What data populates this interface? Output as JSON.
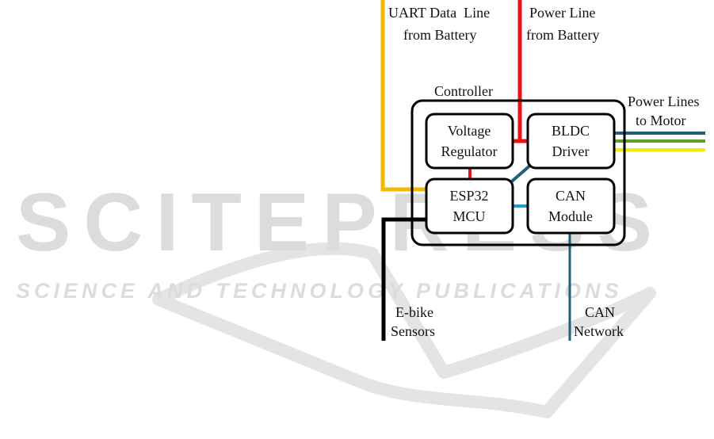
{
  "watermark": {
    "main_text": "SCITEPRESS",
    "sub_text": "SCIENCE AND TECHNOLOGY PUBLICATIONS",
    "color": "#dcdcdc"
  },
  "diagram": {
    "controller_label": "Controller",
    "blocks": {
      "voltage_regulator": {
        "line1": "Voltage",
        "line2": "Regulator"
      },
      "bldc_driver": {
        "line1": "BLDC",
        "line2": "Driver"
      },
      "esp32_mcu": {
        "line1": "ESP32",
        "line2": "MCU"
      },
      "can_module": {
        "line1": "CAN",
        "line2": "Module"
      }
    },
    "external_labels": {
      "uart": {
        "line1": "UART Data  Line",
        "line2": "from Battery"
      },
      "power": {
        "line1": "Power Line",
        "line2": "from Battery"
      },
      "motor": {
        "line1": "Power Lines",
        "line2": "to Motor"
      },
      "sensors": {
        "line1": "E-bike",
        "line2": "Sensors"
      },
      "can_network": {
        "line1": "CAN",
        "line2": "Network"
      }
    },
    "colors": {
      "uart_line": "#f5b800",
      "power_line": "#e8141a",
      "sensor_line": "#000000",
      "can_line": "#1f5f7a",
      "internal_link": "#1e9ad6",
      "motor_phase_blue": "#1f5f7a",
      "motor_phase_green": "#5aa02c",
      "motor_phase_yellow": "#f2ee00",
      "box_stroke": "#000000"
    }
  }
}
